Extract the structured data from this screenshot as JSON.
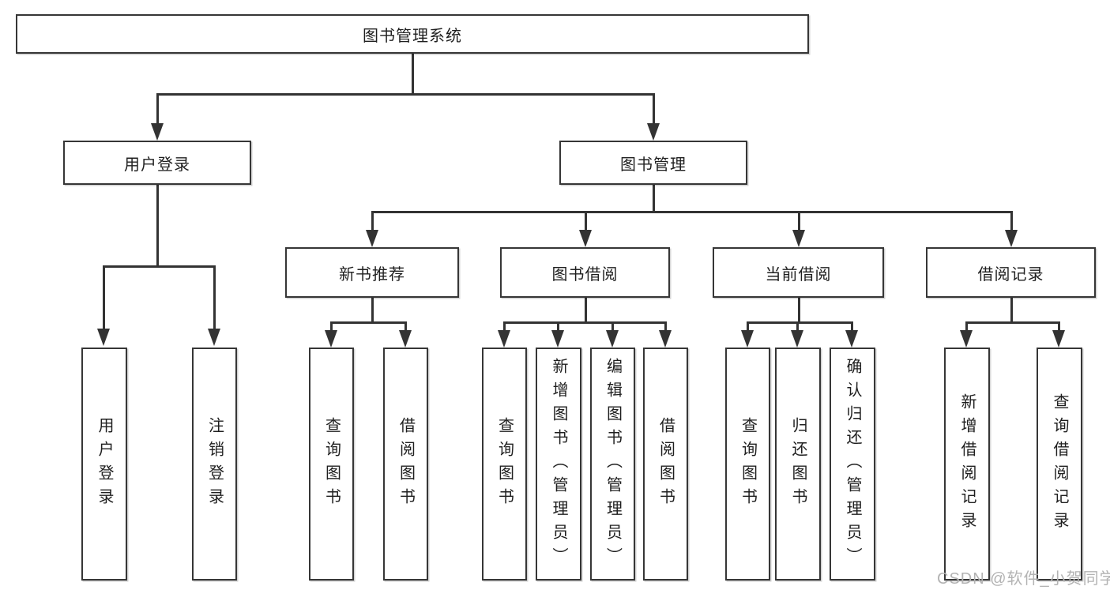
{
  "diagram": {
    "type": "tree",
    "root": {
      "label": "图书管理系统"
    },
    "level2": [
      {
        "label": "用户登录",
        "parent": "图书管理系统"
      },
      {
        "label": "图书管理",
        "parent": "图书管理系统"
      }
    ],
    "level3": [
      {
        "label": "新书推荐",
        "parent": "图书管理"
      },
      {
        "label": "图书借阅",
        "parent": "图书管理"
      },
      {
        "label": "当前借阅",
        "parent": "图书管理"
      },
      {
        "label": "借阅记录",
        "parent": "图书管理"
      }
    ],
    "leaves": [
      {
        "label": "用户登录",
        "parent": "用户登录"
      },
      {
        "label": "注销登录",
        "parent": "用户登录"
      },
      {
        "label": "查询图书",
        "parent": "新书推荐"
      },
      {
        "label": "借阅图书",
        "parent": "新书推荐"
      },
      {
        "label": "查询图书",
        "parent": "图书借阅"
      },
      {
        "label": "新增图书（管理员）",
        "parent": "图书借阅"
      },
      {
        "label": "编辑图书（管理员）",
        "parent": "图书借阅"
      },
      {
        "label": "借阅图书",
        "parent": "图书借阅"
      },
      {
        "label": "查询图书",
        "parent": "当前借阅"
      },
      {
        "label": "归还图书",
        "parent": "当前借阅"
      },
      {
        "label": "确认归还（管理员）",
        "parent": "当前借阅"
      },
      {
        "label": "新增借阅记录",
        "parent": "借阅记录"
      },
      {
        "label": "查询借阅记录",
        "parent": "借阅记录"
      }
    ]
  },
  "watermark": {
    "text": "CSDN @软件_小贺同学"
  },
  "colors": {
    "line": "#333333",
    "box_border": "#363636",
    "text": "#1f1f1f",
    "watermark": "#b3b3b3",
    "background": "#ffffff"
  }
}
